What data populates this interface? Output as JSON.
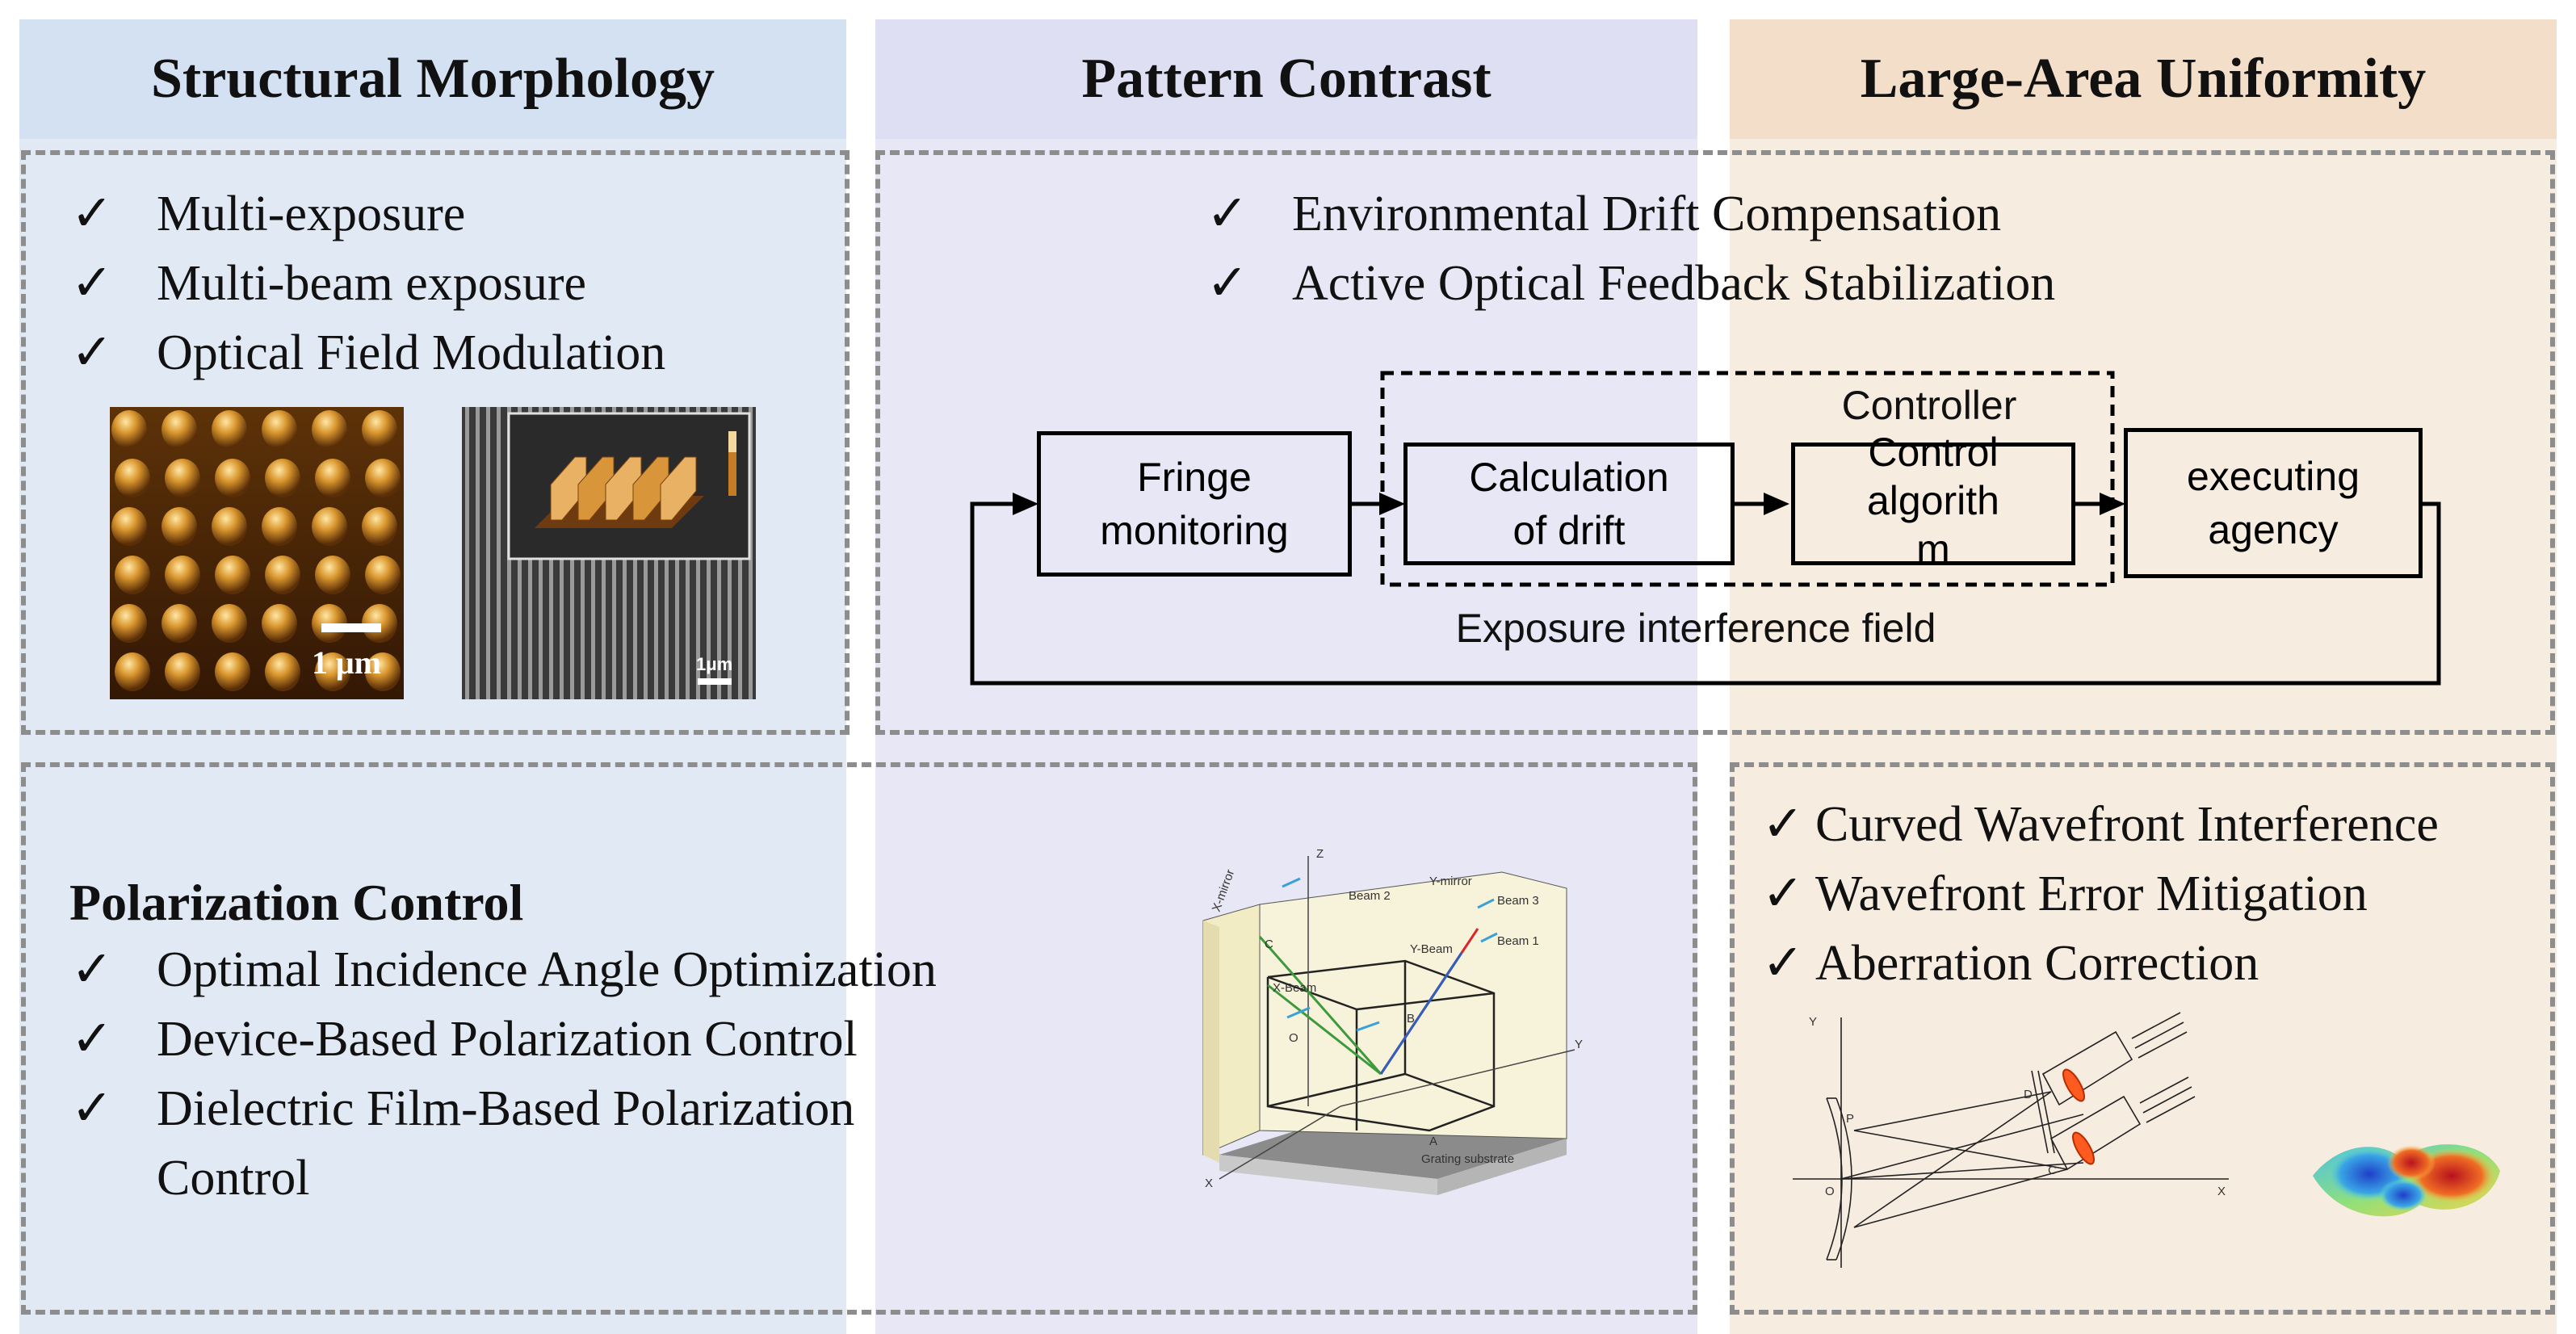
{
  "columns": {
    "left": {
      "title": "Structural Morphology"
    },
    "middle": {
      "title": "Pattern Contrast"
    },
    "right": {
      "title": "Large-Area Uniformity"
    }
  },
  "structural_morphology": {
    "items": [
      "Multi-exposure",
      "Multi-beam exposure",
      "Optical Field Modulation"
    ],
    "image1_scale": "1 μm",
    "image2_scale": "1μm"
  },
  "pattern_contrast": {
    "items": [
      "Environmental Drift Compensation",
      "Active Optical Feedback Stabilization"
    ],
    "flowchart": {
      "fringe_monitoring": [
        "Fringe",
        "monitoring"
      ],
      "calculation_of_drift": [
        "Calculation",
        "of drift"
      ],
      "controller_label": "Controller",
      "control_algorithm": [
        "Control",
        "algorith",
        "m"
      ],
      "executing_agency": [
        "executing",
        "agency"
      ],
      "feedback_label": "Exposure interference field"
    }
  },
  "polarization": {
    "title": "Polarization Control",
    "items": [
      "Optimal Incidence Angle Optimization",
      "Device-Based Polarization Control",
      "Dielectric Film-Based Polarization"
    ],
    "item3_cont": "Control",
    "diagram_labels": {
      "z": "Z",
      "y": "Y",
      "x": "X",
      "x_mirror": "X-mirror",
      "y_mirror": "Y-mirror",
      "beam1": "Beam 1",
      "beam2": "Beam 2",
      "beam3": "Beam 3",
      "x_beam": "X-Beam",
      "y_beam": "Y-Beam",
      "substrate": "Grating substrate",
      "pt_o": "O",
      "pt_a": "A",
      "pt_b": "B",
      "pt_c": "C"
    }
  },
  "uniformity": {
    "items": [
      "Curved Wavefront Interference",
      "Wavefront Error Mitigation",
      "Aberration Correction"
    ],
    "diagram_labels": {
      "y": "Y",
      "x": "X",
      "o": "O",
      "p": "P",
      "d": "D",
      "c": "C"
    }
  },
  "colors": {
    "left_bg": "#e1e9f4",
    "middle_bg": "#e7e7f5",
    "right_bg": "#f7ece0",
    "dash_border": "#8d8d8d",
    "beam_red": "#d9262b",
    "beam_green": "#3c9a3c",
    "beam_blue": "#2f5fbf"
  },
  "icons": [
    "checkmark-icon",
    "arrow-icon"
  ]
}
